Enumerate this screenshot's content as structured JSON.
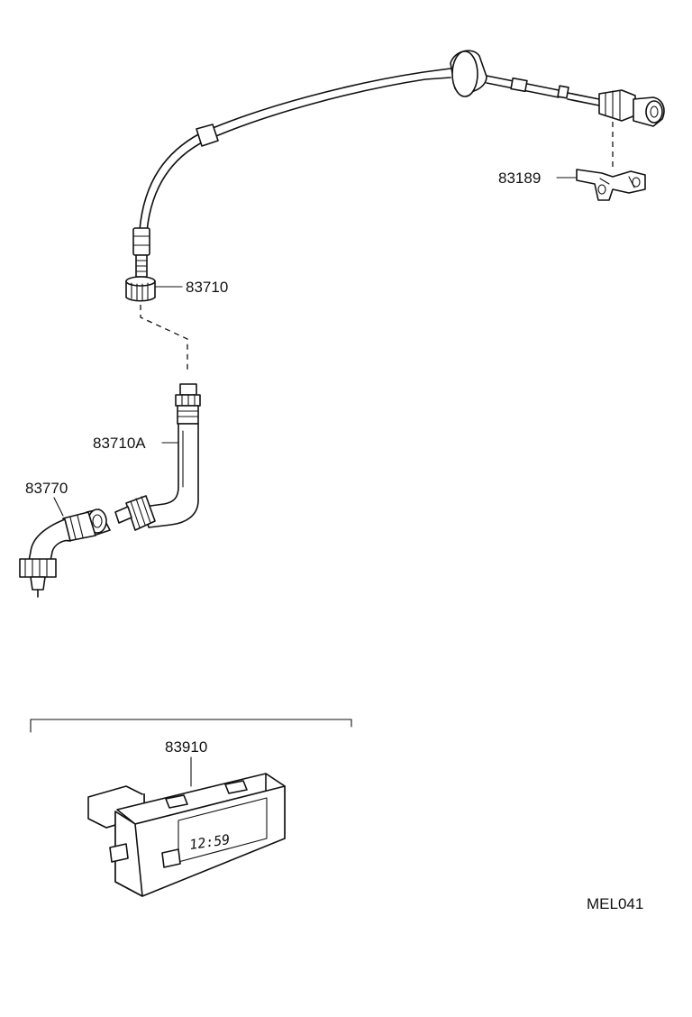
{
  "diagram": {
    "part_labels": {
      "speedometer_cable": "83710",
      "cable_clip": "83189",
      "cable_extension": "83710A",
      "angle_drive": "83770",
      "clock": "83910"
    },
    "clock_display": "12:59",
    "diagram_code": "MEL041"
  }
}
